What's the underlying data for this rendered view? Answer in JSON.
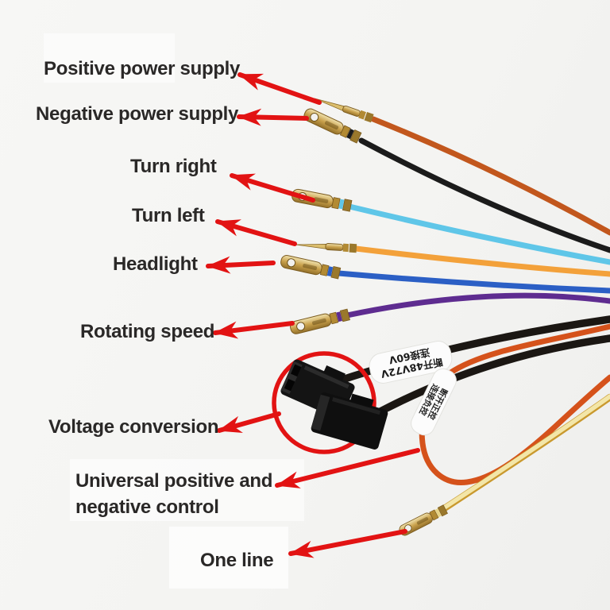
{
  "annotations": {
    "positive": {
      "label": "Positive power supply",
      "wire_color": "#c2571d"
    },
    "negative": {
      "label": "Negative power supply",
      "wire_color": "#1b1b1b"
    },
    "turn_right": {
      "label": "Turn right",
      "wire_color": "#5fc6e8"
    },
    "turn_left": {
      "label": "Turn left",
      "wire_color": "#f3a13a"
    },
    "headlight": {
      "label": "Headlight",
      "wire_color": "#2b5fc5"
    },
    "rotating_speed": {
      "label": "Rotating speed",
      "wire_color": "#5e2c90"
    },
    "voltage_conversion": {
      "label": "Voltage conversion",
      "wire_color": "#1b1713"
    },
    "universal_control": {
      "label_line1": "Universal positive and",
      "label_line2": "negative control",
      "wire_color": "#d5521b"
    },
    "one_line": {
      "label": "One line",
      "wire_color": "#e8d385"
    }
  },
  "cable_tags": {
    "voltage_tag": {
      "line1": "断开48V72V",
      "line2": "连接60V"
    },
    "control_tag": {
      "line1": "断开正控",
      "line2": "连接负控"
    }
  },
  "style": {
    "arrow_color": "#e21313",
    "background": "#f5f5f3",
    "text_color": "#2a2827",
    "terminal_gold": "#caa24d",
    "cable_black": "#1b1713",
    "yellow_wire_base": "#d1a43c",
    "yellow_wire_top": "#f3e6a8"
  }
}
